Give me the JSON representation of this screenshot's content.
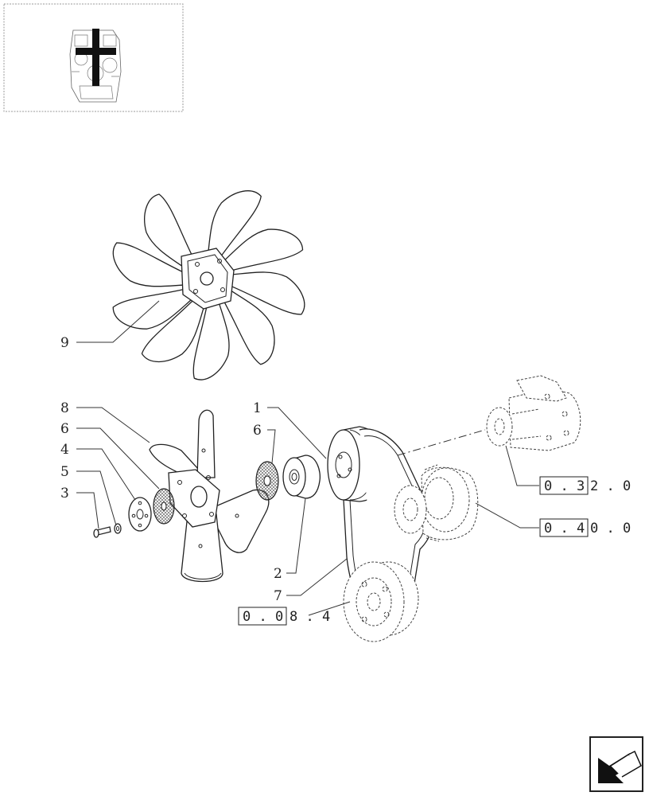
{
  "callouts": {
    "fan_9": "9",
    "fan_8": "8",
    "spacer_6a": "6",
    "plate_4": "4",
    "washer_5": "5",
    "bolt_3": "3",
    "pulley_1": "1",
    "spacer_6b": "6",
    "hub_2": "2",
    "belt_7": "7"
  },
  "references": {
    "water_pump": {
      "boxed": "0 . 3",
      "tail": "2 . 0"
    },
    "alternator": {
      "boxed": "0 . 4",
      "tail": "0 . 0"
    },
    "crank_pulley": {
      "boxed": "0 . 0",
      "tail": "8 . 4"
    }
  },
  "icons": {
    "thumbnail": "engine-thumbnail-icon",
    "navigation": "next-page-arrow-icon"
  }
}
